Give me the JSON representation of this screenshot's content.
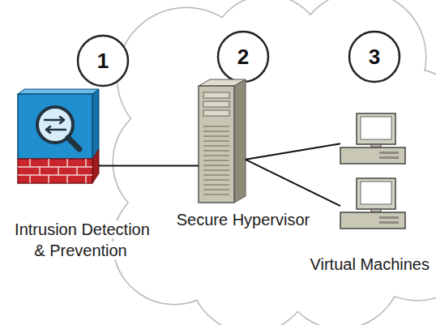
{
  "diagram": {
    "nodes": [
      {
        "text": [
          "Intrusion Detection & Prevention"
        ]
      },
      {
        "text": [
          "Secure Hypervisor"
        ]
      },
      {
        "text": [
          "Virtual Machines"
        ]
      }
    ],
    "edges": [
      {
        "from": 0,
        "to": 1,
        "arrow": "none"
      },
      {
        "from": 1,
        "to": 2,
        "arrow": "none"
      },
      {
        "from": 1,
        "to": 2,
        "arrow": "none"
      }
    ],
    "labels": [
      "1",
      "2",
      "3"
    ]
  }
}
